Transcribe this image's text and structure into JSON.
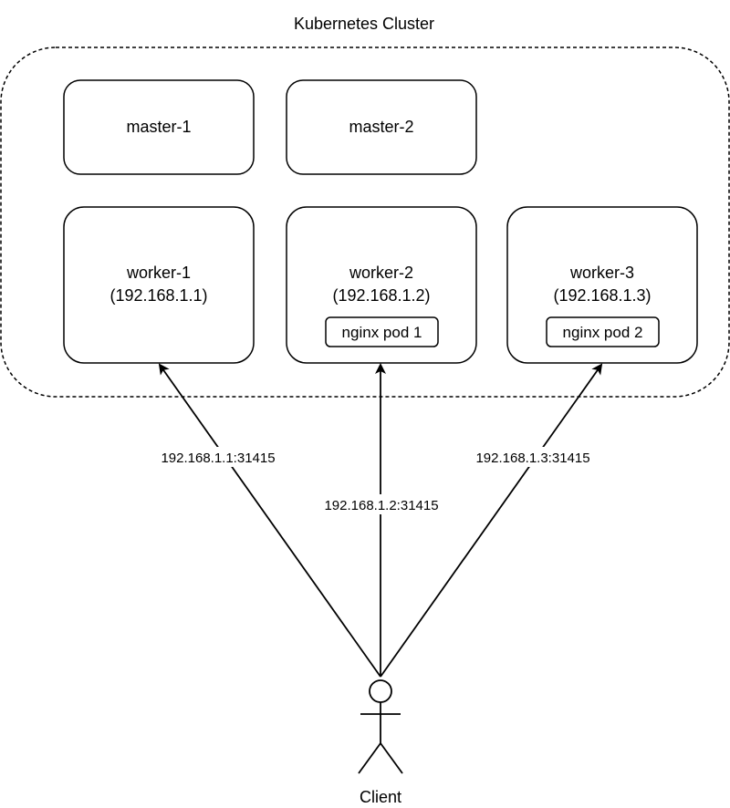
{
  "cluster": {
    "title": "Kubernetes Cluster"
  },
  "masters": [
    {
      "label": "master-1"
    },
    {
      "label": "master-2"
    }
  ],
  "workers": [
    {
      "label": "worker-1",
      "ip": "(192.168.1.1)",
      "pod": ""
    },
    {
      "label": "worker-2",
      "ip": "(192.168.1.2)",
      "pod": "nginx pod 1"
    },
    {
      "label": "worker-3",
      "ip": "(192.168.1.3)",
      "pod": "nginx pod 2"
    }
  ],
  "connections": [
    {
      "label": "192.168.1.1:31415"
    },
    {
      "label": "192.168.1.2:31415"
    },
    {
      "label": "192.168.1.3:31415"
    }
  ],
  "client": {
    "label": "Client"
  },
  "colors": {
    "stroke": "#000000",
    "background": "#ffffff"
  }
}
